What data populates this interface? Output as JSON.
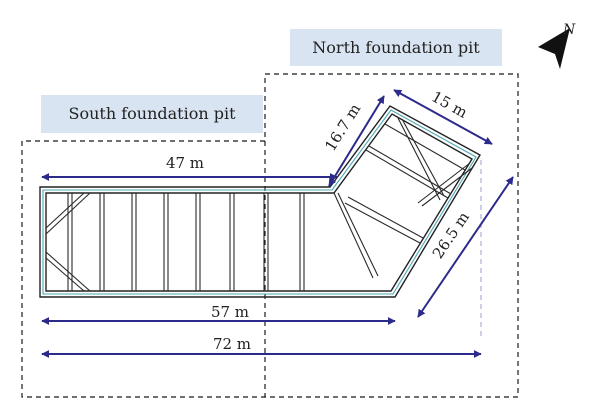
{
  "regions": {
    "south": {
      "label": "South foundation pit",
      "box_color": "#d9e4f2"
    },
    "north": {
      "label": "North foundation pit",
      "box_color": "#d9e4f2"
    }
  },
  "compass": {
    "label": "N",
    "icon": "north-arrow-icon"
  },
  "dimensions": [
    {
      "id": "dim-47",
      "label": "47 m"
    },
    {
      "id": "dim-57",
      "label": "57 m"
    },
    {
      "id": "dim-72",
      "label": "72 m"
    },
    {
      "id": "dim-16-7",
      "label": "16.7 m"
    },
    {
      "id": "dim-15",
      "label": "15 m"
    },
    {
      "id": "dim-26-5",
      "label": "26.5 m"
    }
  ],
  "colors": {
    "dimension": "#2c2a8a",
    "wall_accent": "#4aa8b5",
    "label_box": "#d9e4f2"
  }
}
